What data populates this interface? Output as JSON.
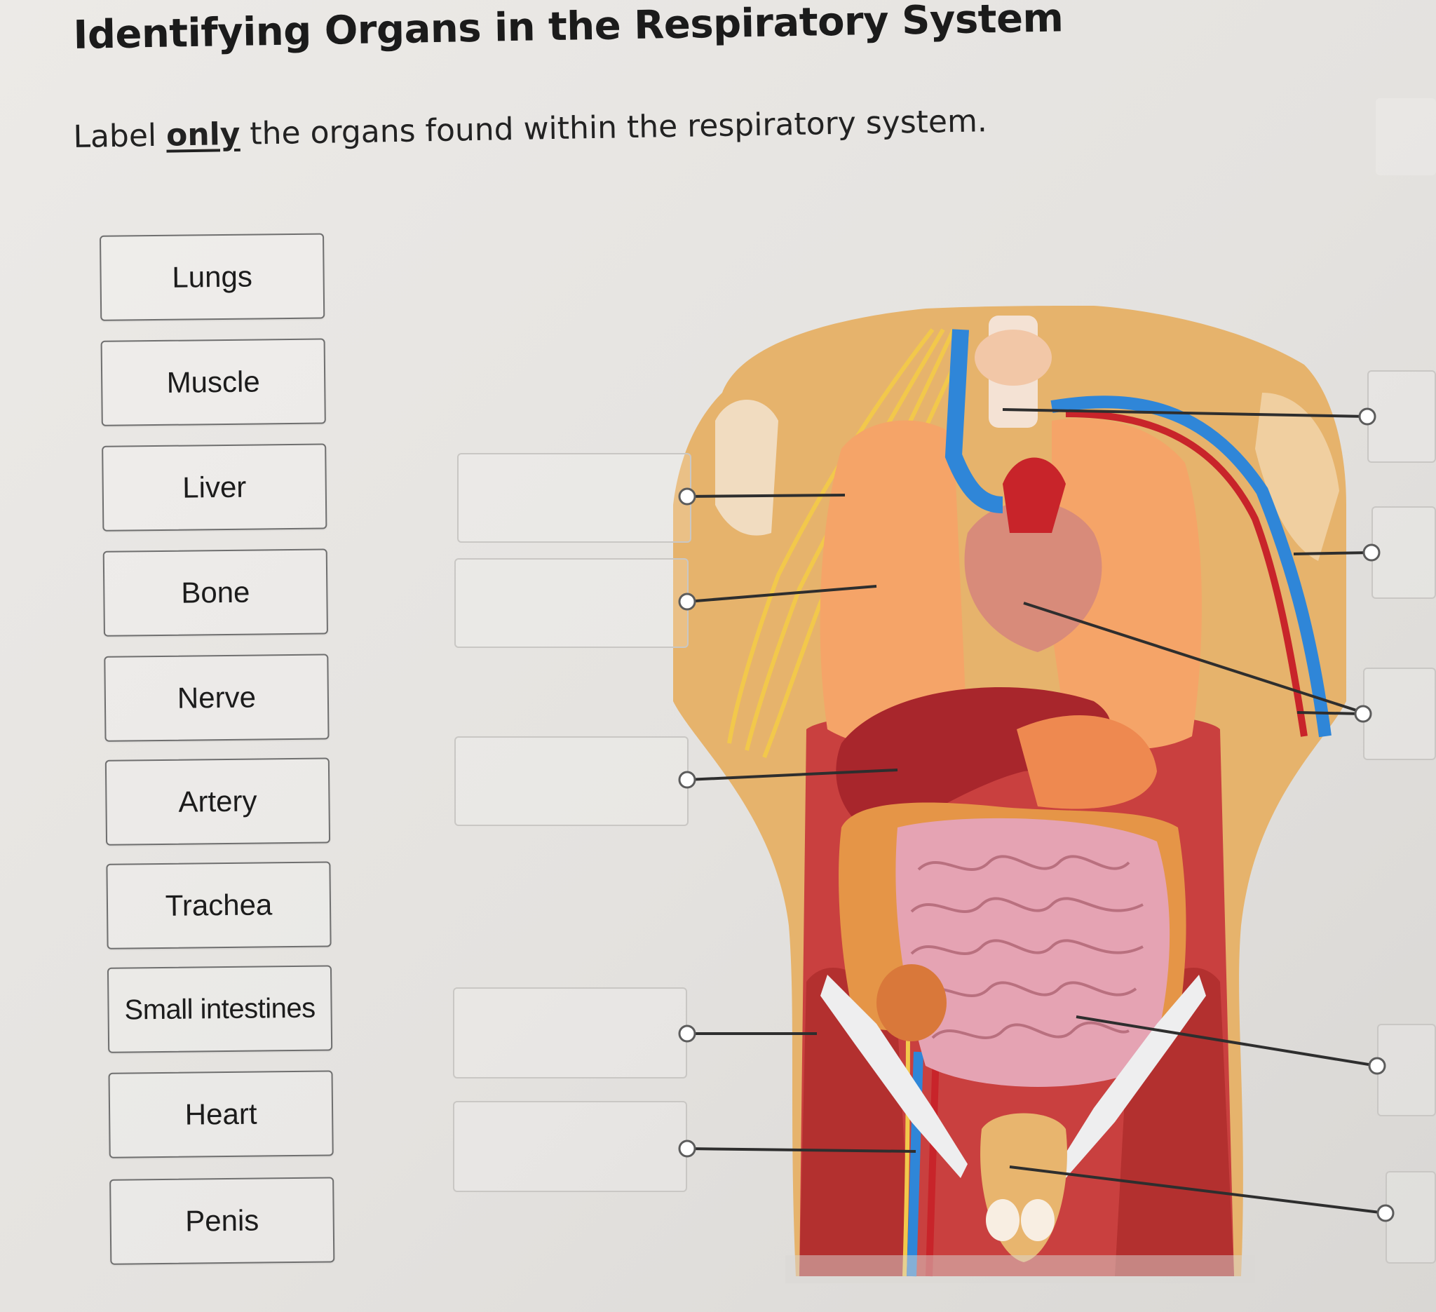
{
  "title": "Identifying Organs in the Respiratory System",
  "instruction": {
    "prefix": "Label ",
    "emphasis": "only",
    "suffix": " the organs found within the respiratory system."
  },
  "label_bank": [
    "Lungs",
    "Muscle",
    "Liver",
    "Bone",
    "Nerve",
    "Artery",
    "Trachea",
    "Small intestines",
    "Heart",
    "Penis"
  ],
  "drop_zone_count": 11,
  "colors": {
    "lung": "#f5a468",
    "liver": "#a8262c",
    "intestine": "#e5a3b3",
    "vein": "#2f86d8",
    "artery": "#c8242a",
    "nerve": "#f2c84b",
    "skin": "#e8b56e",
    "muscle": "#c9403f"
  }
}
